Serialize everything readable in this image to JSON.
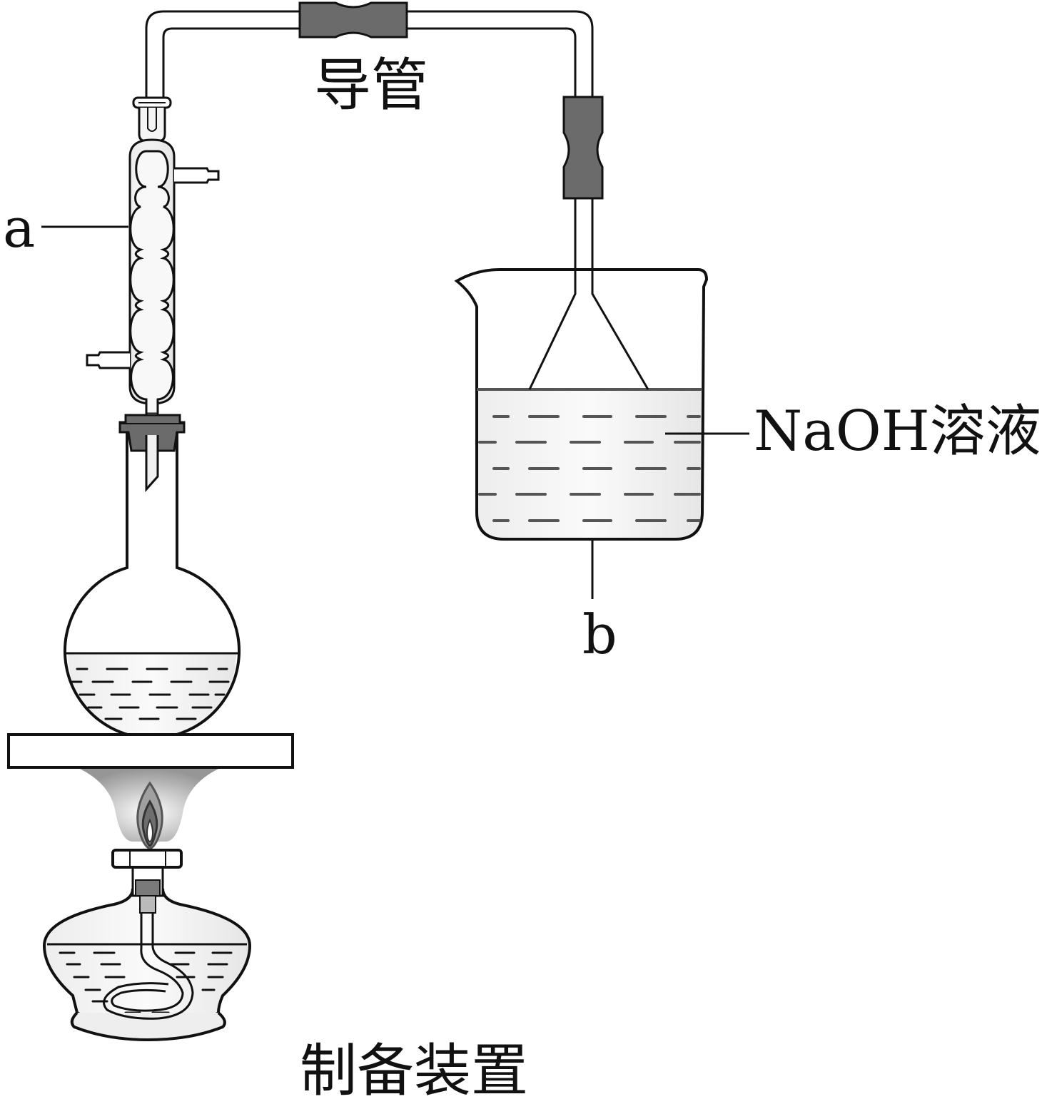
{
  "labels": {
    "tube": "导管",
    "a": "a",
    "b": "b",
    "solution": "NaOH溶液",
    "title": "制备装置"
  },
  "colors": {
    "stroke": "#111111",
    "glass": "#f2f2f2",
    "liquid": "#e6e6e6",
    "rubber": "#6b6b6b",
    "flame": "#9a9a9a"
  }
}
